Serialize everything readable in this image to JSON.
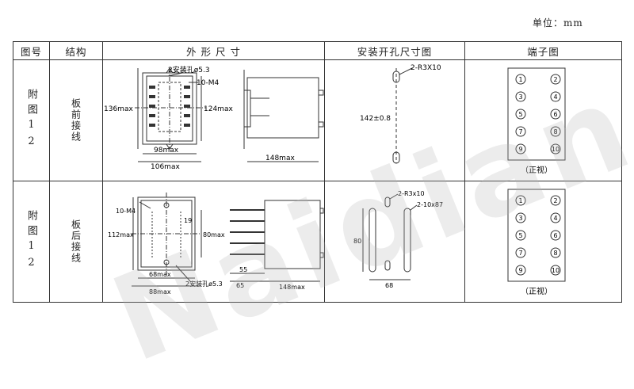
{
  "unit_label": "单位：mm",
  "header": {
    "figno": "图号",
    "structure": "结构",
    "outline": "外 形 尺 寸",
    "cutout": "安装开孔尺寸图",
    "terminal": "端子图"
  },
  "rows": [
    {
      "figno": "附图12",
      "structure": "板前接线",
      "outline": {
        "hole": "2安装孔ø5.3",
        "screw": "10-M4",
        "h1": "136max",
        "h2": "124max",
        "w1": "98max",
        "w2": "106max",
        "depth": "148max"
      },
      "cutout": {
        "slot": "2-R3X10",
        "pitch": "142±0.8"
      },
      "terminals": [
        "1",
        "2",
        "3",
        "4",
        "5",
        "6",
        "7",
        "8",
        "9",
        "10"
      ],
      "view": "（正视）"
    },
    {
      "figno": "附图12",
      "structure": "板后接线",
      "outline": {
        "screw": "10-M4",
        "h1": "112max",
        "h2": "80max",
        "pitch": "19",
        "hole": "2安装孔ø5.3",
        "w1": "68max",
        "w2": "88max",
        "d1": "55",
        "d2": "65",
        "depth": "148max"
      },
      "cutout": {
        "slot": "2-R3x10",
        "rect": "2-10x87",
        "h": "80",
        "w": "68"
      },
      "terminals": [
        "1",
        "2",
        "3",
        "4",
        "5",
        "6",
        "7",
        "8",
        "9",
        "10"
      ],
      "view": "（正视）"
    }
  ],
  "watermark": "Naidian"
}
